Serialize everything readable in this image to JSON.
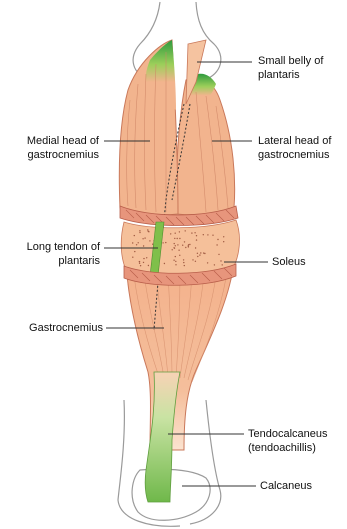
{
  "labels": {
    "small_belly_of_plantaris": [
      "Small belly of",
      "plantaris"
    ],
    "medial_head_of_gastrocnemius": [
      "Medial head of",
      "gastrocnemius"
    ],
    "lateral_head_of_gastrocnemius": [
      "Lateral head of",
      "gastrocnemius"
    ],
    "long_tendon_of_plantaris": [
      "Long tendon of",
      "plantaris"
    ],
    "soleus": [
      "Soleus"
    ],
    "gastrocnemius": [
      "Gastrocnemius"
    ],
    "tendocalcaneus": [
      "Tendocalcaneus",
      "(tendoachillis)"
    ],
    "calcaneus": [
      "Calcaneus"
    ]
  },
  "colors": {
    "muscle": "#f2b48e",
    "muscle_light": "#f8d2b5",
    "fiber": "#c9785a",
    "tendon_green": "#7fbf4a",
    "tendon_green_dark": "#2e9a3e",
    "soleus_band": "#d98a74",
    "bone_outline": "#9a9a9a",
    "pointer": "#333333"
  }
}
